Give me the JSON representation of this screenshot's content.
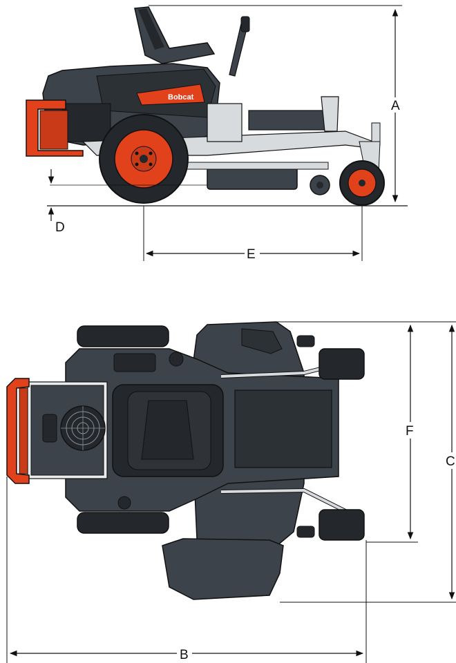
{
  "brand": {
    "logo_text": "Bobcat"
  },
  "dimensions": {
    "A": "A",
    "B": "B",
    "C": "C",
    "D": "D",
    "E": "E",
    "F": "F"
  },
  "colors": {
    "body": "#3d434a",
    "body_dark": "#24282c",
    "accent": "#e2421b",
    "steel": "#d8dbde",
    "line": "#111111"
  }
}
